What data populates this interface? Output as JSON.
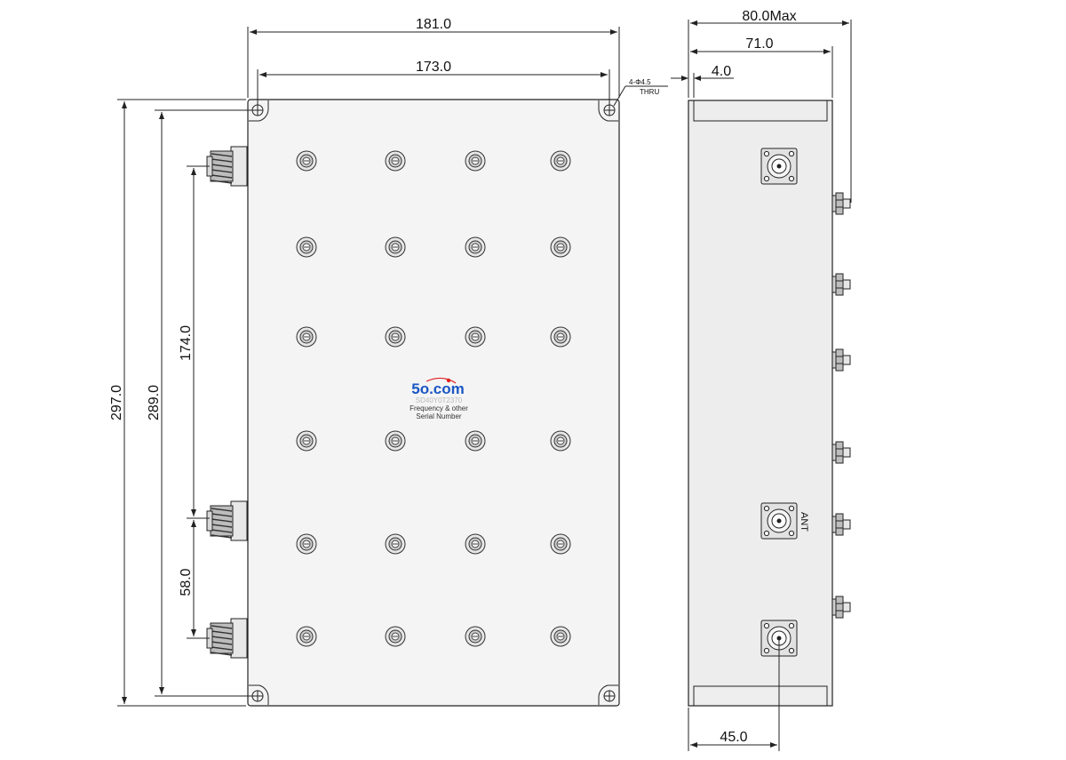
{
  "dimensions": {
    "width_outer": "181.0",
    "hole_spacing_h": "173.0",
    "height_outer": "297.0",
    "hole_spacing_v": "289.0",
    "connector_spacing_long": "174.0",
    "connector_spacing_short": "58.0",
    "depth_max": "80.0Max",
    "depth_body": "71.0",
    "flange_thickness": "4.0",
    "ant_offset": "45.0"
  },
  "notes": {
    "hole_callout": "4-Φ4.5",
    "hole_callout_thru": "THRU",
    "ant_label": "ANT"
  },
  "label": {
    "logo_text": "5o.com",
    "line1": "SD40Y0T2370",
    "line2": "Frequency & other",
    "line3": "Serial Number"
  },
  "colors": {
    "line": "#222222",
    "logo_blue": "#1a56c4",
    "logo_red": "#e02020",
    "body_fill": "#f4f4f4"
  }
}
